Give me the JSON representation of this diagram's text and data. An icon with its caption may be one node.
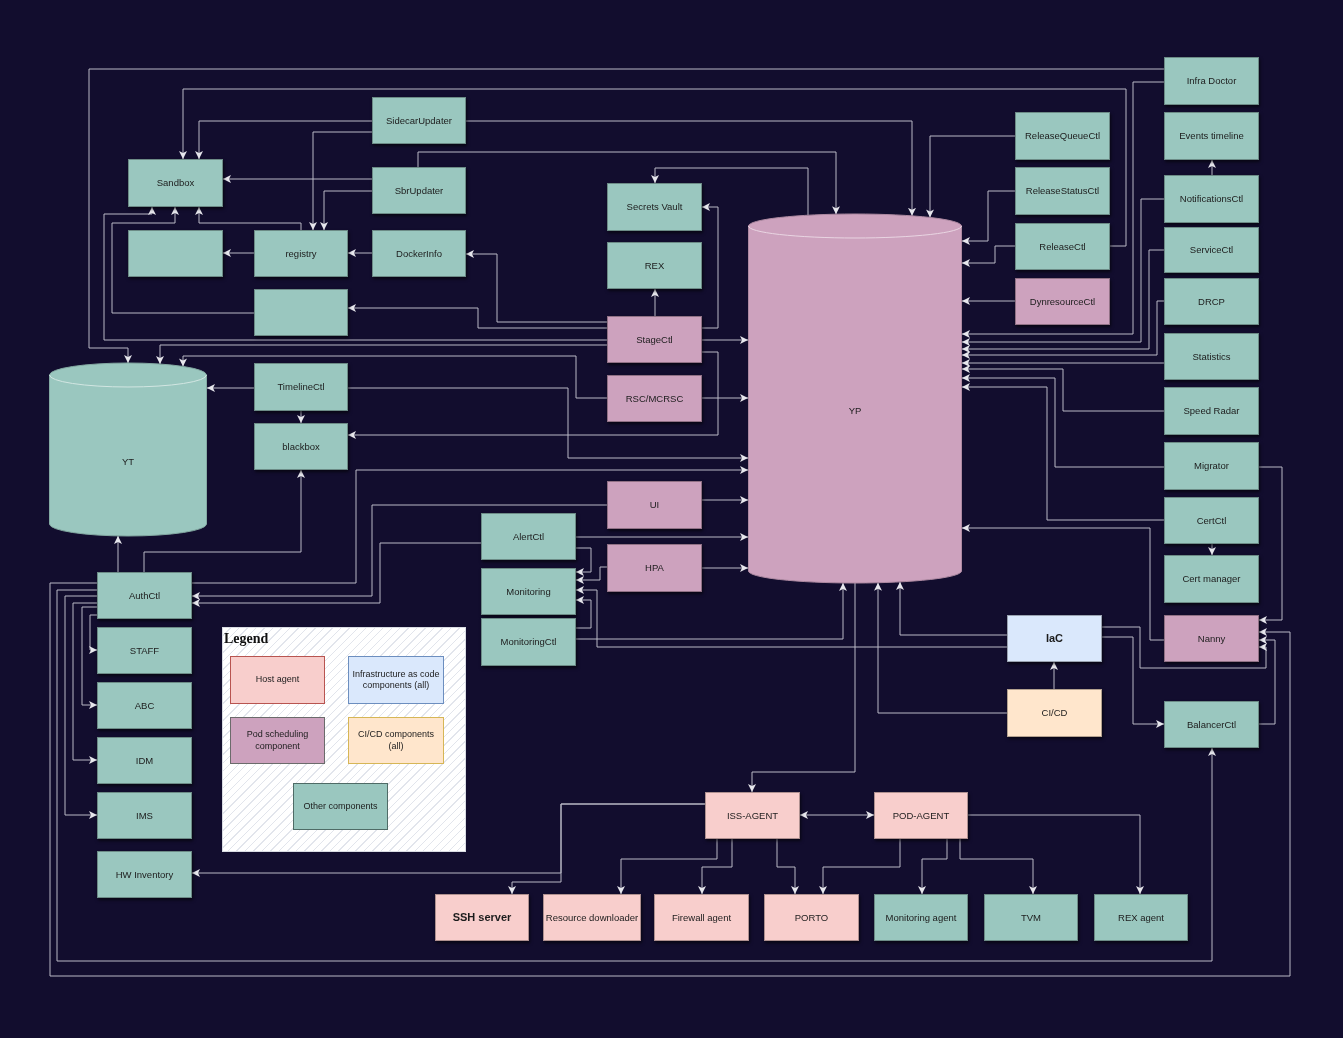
{
  "diagram": {
    "nodes": [
      {
        "text": [
          "Infra Doctor"
        ]
      },
      {
        "text": [
          "SidecarUpdater"
        ]
      },
      {
        "text": [
          "ReleaseQueueCtl"
        ]
      },
      {
        "text": [
          "Events timeline"
        ]
      },
      {
        "text": [
          "Sandbox"
        ]
      },
      {
        "text": [
          "SbrUpdater"
        ]
      },
      {
        "text": [
          "ReleaseStatusCtl"
        ]
      },
      {
        "text": [
          "NotificationsCtl"
        ]
      },
      {
        "text": [
          "Secrets Vault"
        ]
      },
      {
        "text": [
          "YP"
        ]
      },
      {
        "text": [],
        "shape": "box"
      },
      {
        "text": [
          "registry"
        ]
      },
      {
        "text": [
          "DockerInfo"
        ]
      },
      {
        "text": [
          "ReleaseCtl"
        ]
      },
      {
        "text": [
          "ServiceCtl"
        ]
      },
      {
        "text": [
          "REX"
        ]
      },
      {
        "text": [
          "DynresourceCtl"
        ]
      },
      {
        "text": [
          "DRCP"
        ]
      },
      {
        "text": [],
        "shape": "box"
      },
      {
        "text": [
          "StageCtl"
        ]
      },
      {
        "text": [
          "Statistics"
        ]
      },
      {
        "text": [
          "YT"
        ]
      },
      {
        "text": [
          "TimelineCtl"
        ]
      },
      {
        "text": [
          "RSC/MCRSC"
        ]
      },
      {
        "text": [
          "Speed Radar"
        ]
      },
      {
        "text": [
          "blackbox"
        ]
      },
      {
        "text": [
          "Migrator"
        ]
      },
      {
        "text": [
          "UI"
        ]
      },
      {
        "text": [
          "CertCtl"
        ]
      },
      {
        "text": [
          "AlertCtl"
        ]
      },
      {
        "text": [
          "HPA"
        ]
      },
      {
        "text": [
          "Cert manager"
        ]
      },
      {
        "text": [
          "AuthCtl"
        ]
      },
      {
        "text": [
          "Monitoring"
        ]
      },
      {
        "text": [
          "IaC"
        ]
      },
      {
        "text": [
          "Nanny"
        ]
      },
      {
        "text": [
          "MonitoringCtl"
        ]
      },
      {
        "text": [
          "STAFF"
        ]
      },
      {
        "text": [
          "ABC"
        ]
      },
      {
        "text": [
          "CI/CD"
        ]
      },
      {
        "text": [
          "BalancerCtl"
        ]
      },
      {
        "text": [
          "IDM"
        ]
      },
      {
        "text": [
          "IMS"
        ]
      },
      {
        "text": [
          "ISS-AGENT"
        ]
      },
      {
        "text": [
          "POD-AGENT"
        ]
      },
      {
        "text": [
          "HW Inventory"
        ]
      },
      {
        "text": [
          "SSH server"
        ]
      },
      {
        "text": [
          "Resource downloader"
        ]
      },
      {
        "text": [
          "Firewall agent"
        ]
      },
      {
        "text": [
          "PORTO"
        ]
      },
      {
        "text": [
          "Monitoring agent"
        ]
      },
      {
        "text": [
          "TVM"
        ]
      },
      {
        "text": [
          "REX agent"
        ]
      }
    ],
    "edges": [
      {
        "from": 0,
        "to": 21,
        "arrow": "to"
      },
      {
        "from": 0,
        "to": 9,
        "arrow": "to"
      },
      {
        "from": 13,
        "to": 4,
        "arrow": "to"
      },
      {
        "from": 1,
        "to": 4,
        "arrow": "to"
      },
      {
        "from": 1,
        "to": 11,
        "arrow": "to"
      },
      {
        "from": 1,
        "to": 9,
        "arrow": "to"
      },
      {
        "from": 5,
        "to": 9,
        "arrow": "to"
      },
      {
        "from": 5,
        "to": 4,
        "arrow": "to"
      },
      {
        "from": 5,
        "to": 11,
        "arrow": "to"
      },
      {
        "from": 11,
        "to": 10,
        "arrow": "to"
      },
      {
        "from": 12,
        "to": 11,
        "arrow": "to"
      },
      {
        "from": 11,
        "to": 4,
        "arrow": "to"
      },
      {
        "from": 18,
        "to": 4,
        "arrow": "to"
      },
      {
        "from": 19,
        "to": 4,
        "arrow": "to"
      },
      {
        "from": 19,
        "to": 21,
        "arrow": "to"
      },
      {
        "from": 19,
        "to": 15,
        "arrow": "to"
      },
      {
        "from": 19,
        "to": 8,
        "arrow": "to"
      },
      {
        "from": 9,
        "to": 8,
        "arrow": "to"
      },
      {
        "from": 19,
        "to": 9,
        "arrow": "to"
      },
      {
        "from": 19,
        "to": 25,
        "arrow": "to"
      },
      {
        "from": 19,
        "to": 12,
        "arrow": "to"
      },
      {
        "from": 19,
        "to": 18,
        "arrow": "to"
      },
      {
        "from": 23,
        "to": 21,
        "arrow": "to"
      },
      {
        "from": 23,
        "to": 9,
        "arrow": "to"
      },
      {
        "from": 22,
        "to": 21,
        "arrow": "to"
      },
      {
        "from": 22,
        "to": 25,
        "arrow": "to"
      },
      {
        "from": 22,
        "to": 9,
        "arrow": "to"
      },
      {
        "from": 32,
        "to": 9,
        "arrow": "to"
      },
      {
        "from": 27,
        "to": 32,
        "arrow": "to"
      },
      {
        "from": 29,
        "to": 32,
        "arrow": "to"
      },
      {
        "from": 32,
        "to": 21,
        "arrow": "to"
      },
      {
        "from": 32,
        "to": 25,
        "arrow": "to"
      },
      {
        "from": 32,
        "to": 37,
        "arrow": "to"
      },
      {
        "from": 32,
        "to": 38,
        "arrow": "to"
      },
      {
        "from": 32,
        "to": 41,
        "arrow": "to"
      },
      {
        "from": 32,
        "to": 42,
        "arrow": "to"
      },
      {
        "from": 32,
        "to": 40,
        "arrow": "to"
      },
      {
        "from": 32,
        "to": 35,
        "arrow": "to"
      },
      {
        "from": 27,
        "to": 9,
        "arrow": "to"
      },
      {
        "from": 29,
        "to": 9,
        "arrow": "to"
      },
      {
        "from": 29,
        "to": 33,
        "arrow": "to"
      },
      {
        "from": 30,
        "to": 33,
        "arrow": "to"
      },
      {
        "from": 36,
        "to": 33,
        "arrow": "to"
      },
      {
        "from": 34,
        "to": 33,
        "arrow": "to"
      },
      {
        "from": 30,
        "to": 9,
        "arrow": "to"
      },
      {
        "from": 36,
        "to": 9,
        "arrow": "to"
      },
      {
        "from": 34,
        "to": 9,
        "arrow": "to"
      },
      {
        "from": 39,
        "to": 9,
        "arrow": "to"
      },
      {
        "from": 39,
        "to": 34,
        "arrow": "to"
      },
      {
        "from": 9,
        "to": 43,
        "arrow": "to"
      },
      {
        "from": 34,
        "to": 35,
        "arrow": "to"
      },
      {
        "from": 34,
        "to": 40,
        "arrow": "to"
      },
      {
        "from": 40,
        "to": 35,
        "arrow": "to"
      },
      {
        "from": 26,
        "to": 35,
        "arrow": "to"
      },
      {
        "from": 26,
        "to": 9,
        "arrow": "to"
      },
      {
        "from": 24,
        "to": 9,
        "arrow": "to"
      },
      {
        "from": 20,
        "to": 9,
        "arrow": "to"
      },
      {
        "from": 17,
        "to": 9,
        "arrow": "to"
      },
      {
        "from": 14,
        "to": 9,
        "arrow": "to"
      },
      {
        "from": 7,
        "to": 9,
        "arrow": "to"
      },
      {
        "from": 7,
        "to": 3,
        "arrow": "to"
      },
      {
        "from": 2,
        "to": 9,
        "arrow": "to"
      },
      {
        "from": 6,
        "to": 9,
        "arrow": "to"
      },
      {
        "from": 13,
        "to": 9,
        "arrow": "to"
      },
      {
        "from": 16,
        "to": 9,
        "arrow": "to"
      },
      {
        "from": 28,
        "to": 9,
        "arrow": "to"
      },
      {
        "from": 28,
        "to": 31,
        "arrow": "to"
      },
      {
        "from": 35,
        "to": 9,
        "arrow": "to"
      },
      {
        "from": 43,
        "to": 44,
        "arrow": "both"
      },
      {
        "from": 43,
        "to": 45,
        "arrow": "to"
      },
      {
        "from": 43,
        "to": 46,
        "arrow": "to"
      },
      {
        "from": 43,
        "to": 47,
        "arrow": "to"
      },
      {
        "from": 43,
        "to": 48,
        "arrow": "to"
      },
      {
        "from": 43,
        "to": 49,
        "arrow": "to"
      },
      {
        "from": 44,
        "to": 49,
        "arrow": "to"
      },
      {
        "from": 44,
        "to": 50,
        "arrow": "to"
      },
      {
        "from": 44,
        "to": 51,
        "arrow": "to"
      },
      {
        "from": 44,
        "to": 52,
        "arrow": "to"
      }
    ],
    "labels": [
      "Legend"
    ],
    "legend": [
      {
        "text": "Host agent",
        "color": "#f8cecc"
      },
      {
        "text": "Infrastructure as code components (all)",
        "color": "#dae8fc"
      },
      {
        "text": "Pod scheduling component",
        "color": "#cda2be"
      },
      {
        "text": "CI/CD components (all)",
        "color": "#ffe6cc"
      },
      {
        "text": "Other components",
        "color": "#9ac7bf"
      }
    ]
  }
}
